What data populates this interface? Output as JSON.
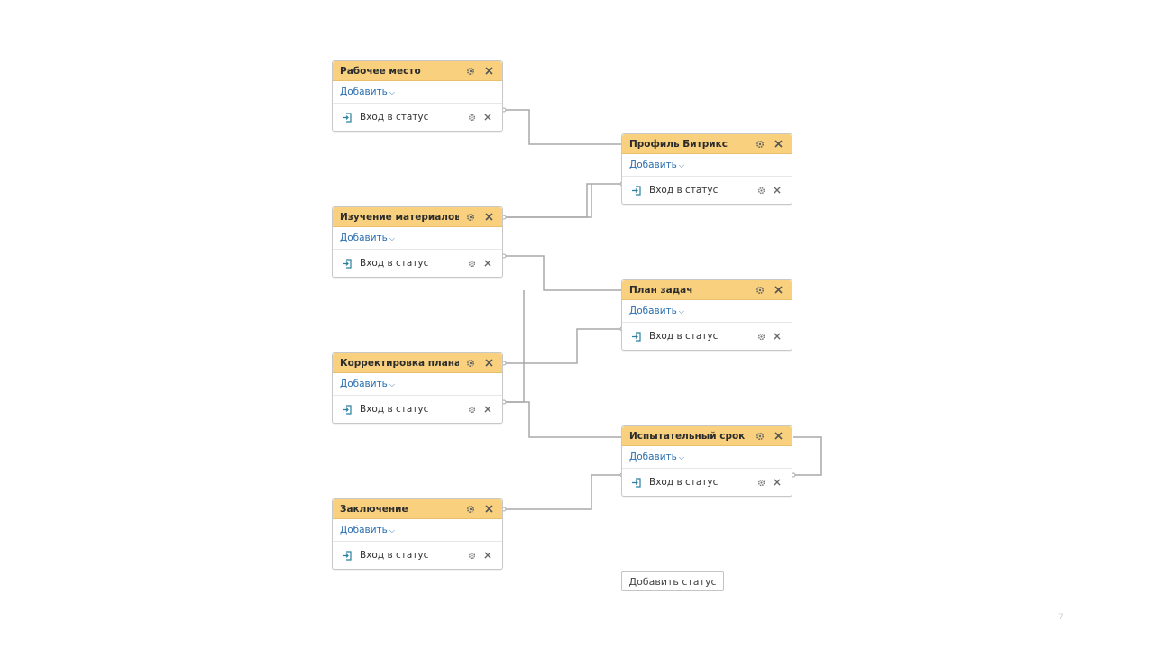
{
  "nodes": [
    {
      "title": "Рабочее место",
      "add_label": "Добавить",
      "trigger_label": "Вход в статус"
    },
    {
      "title": "Профиль Битрикс",
      "add_label": "Добавить",
      "trigger_label": "Вход в статус"
    },
    {
      "title": "Изучение материалов",
      "add_label": "Добавить",
      "trigger_label": "Вход в статус"
    },
    {
      "title": "План задач",
      "add_label": "Добавить",
      "trigger_label": "Вход в статус"
    },
    {
      "title": "Корректировка плана задач",
      "add_label": "Добавить",
      "trigger_label": "Вход в статус"
    },
    {
      "title": "Испытательный срок",
      "add_label": "Добавить",
      "trigger_label": "Вход в статус"
    },
    {
      "title": "Заключение",
      "add_label": "Добавить",
      "trigger_label": "Вход в статус"
    }
  ],
  "add_status_label": "Добавить статус",
  "page_number": "7",
  "colors": {
    "header": "#f9d17e",
    "link": "#2a6fb0",
    "connector": "#a9a9a9",
    "border": "#c8c8c8"
  },
  "icons": {
    "settings": "gear-icon",
    "delete": "close-icon",
    "trigger": "enter-status-icon",
    "dropdown": "chevron-down-icon"
  }
}
